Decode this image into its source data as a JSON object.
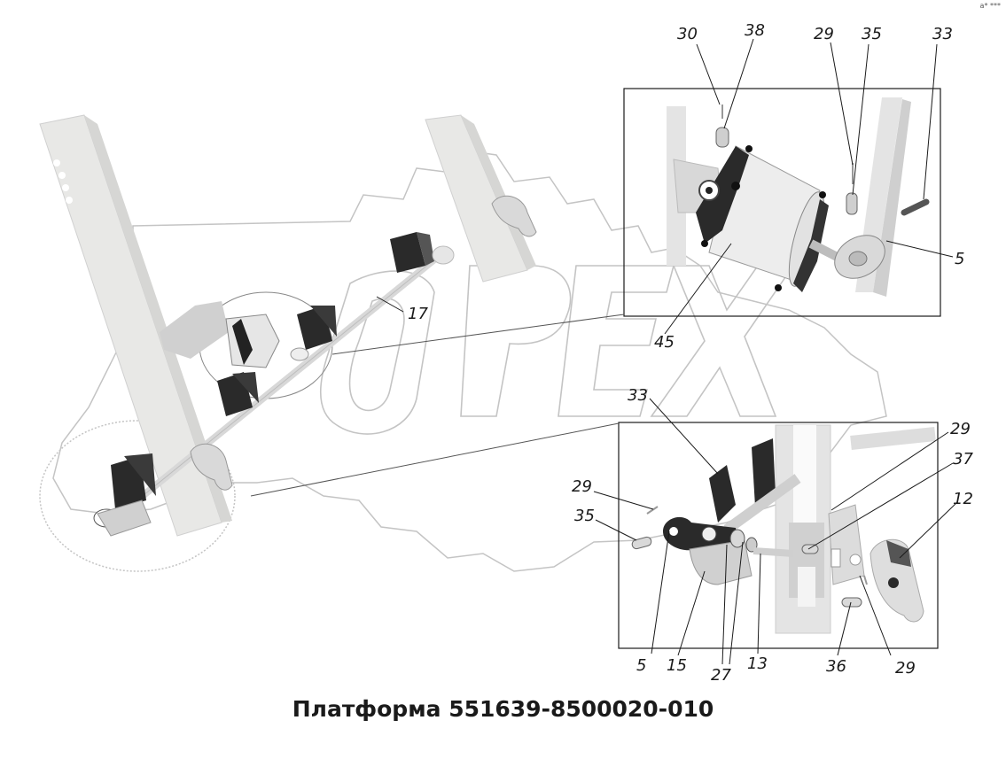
{
  "title": "Платформа 551639-8500020-010",
  "watermark": "OPEX",
  "corner_mark": "a* ***",
  "callouts": [
    {
      "id": "c30",
      "text": "30"
    },
    {
      "id": "c38",
      "text": "38"
    },
    {
      "id": "c29a",
      "text": "29"
    },
    {
      "id": "c35a",
      "text": "35"
    },
    {
      "id": "c33a",
      "text": "33"
    },
    {
      "id": "c5a",
      "text": "5"
    },
    {
      "id": "c45",
      "text": "45"
    },
    {
      "id": "c17",
      "text": "17"
    },
    {
      "id": "c33b",
      "text": "33"
    },
    {
      "id": "c29b",
      "text": "29"
    },
    {
      "id": "c37",
      "text": "37"
    },
    {
      "id": "c12",
      "text": "12"
    },
    {
      "id": "c29c",
      "text": "29"
    },
    {
      "id": "c35b",
      "text": "35"
    },
    {
      "id": "c5b",
      "text": "5"
    },
    {
      "id": "c15",
      "text": "15"
    },
    {
      "id": "c27",
      "text": "27"
    },
    {
      "id": "c13",
      "text": "13"
    },
    {
      "id": "c36",
      "text": "36"
    },
    {
      "id": "c29d",
      "text": "29"
    }
  ],
  "colors": {
    "line": "#1a1a1a",
    "part_light": "#e6e6e6",
    "part_mid": "#c8c8c8",
    "part_dark": "#2a2a2a",
    "watermark": "#bdbdbd"
  }
}
